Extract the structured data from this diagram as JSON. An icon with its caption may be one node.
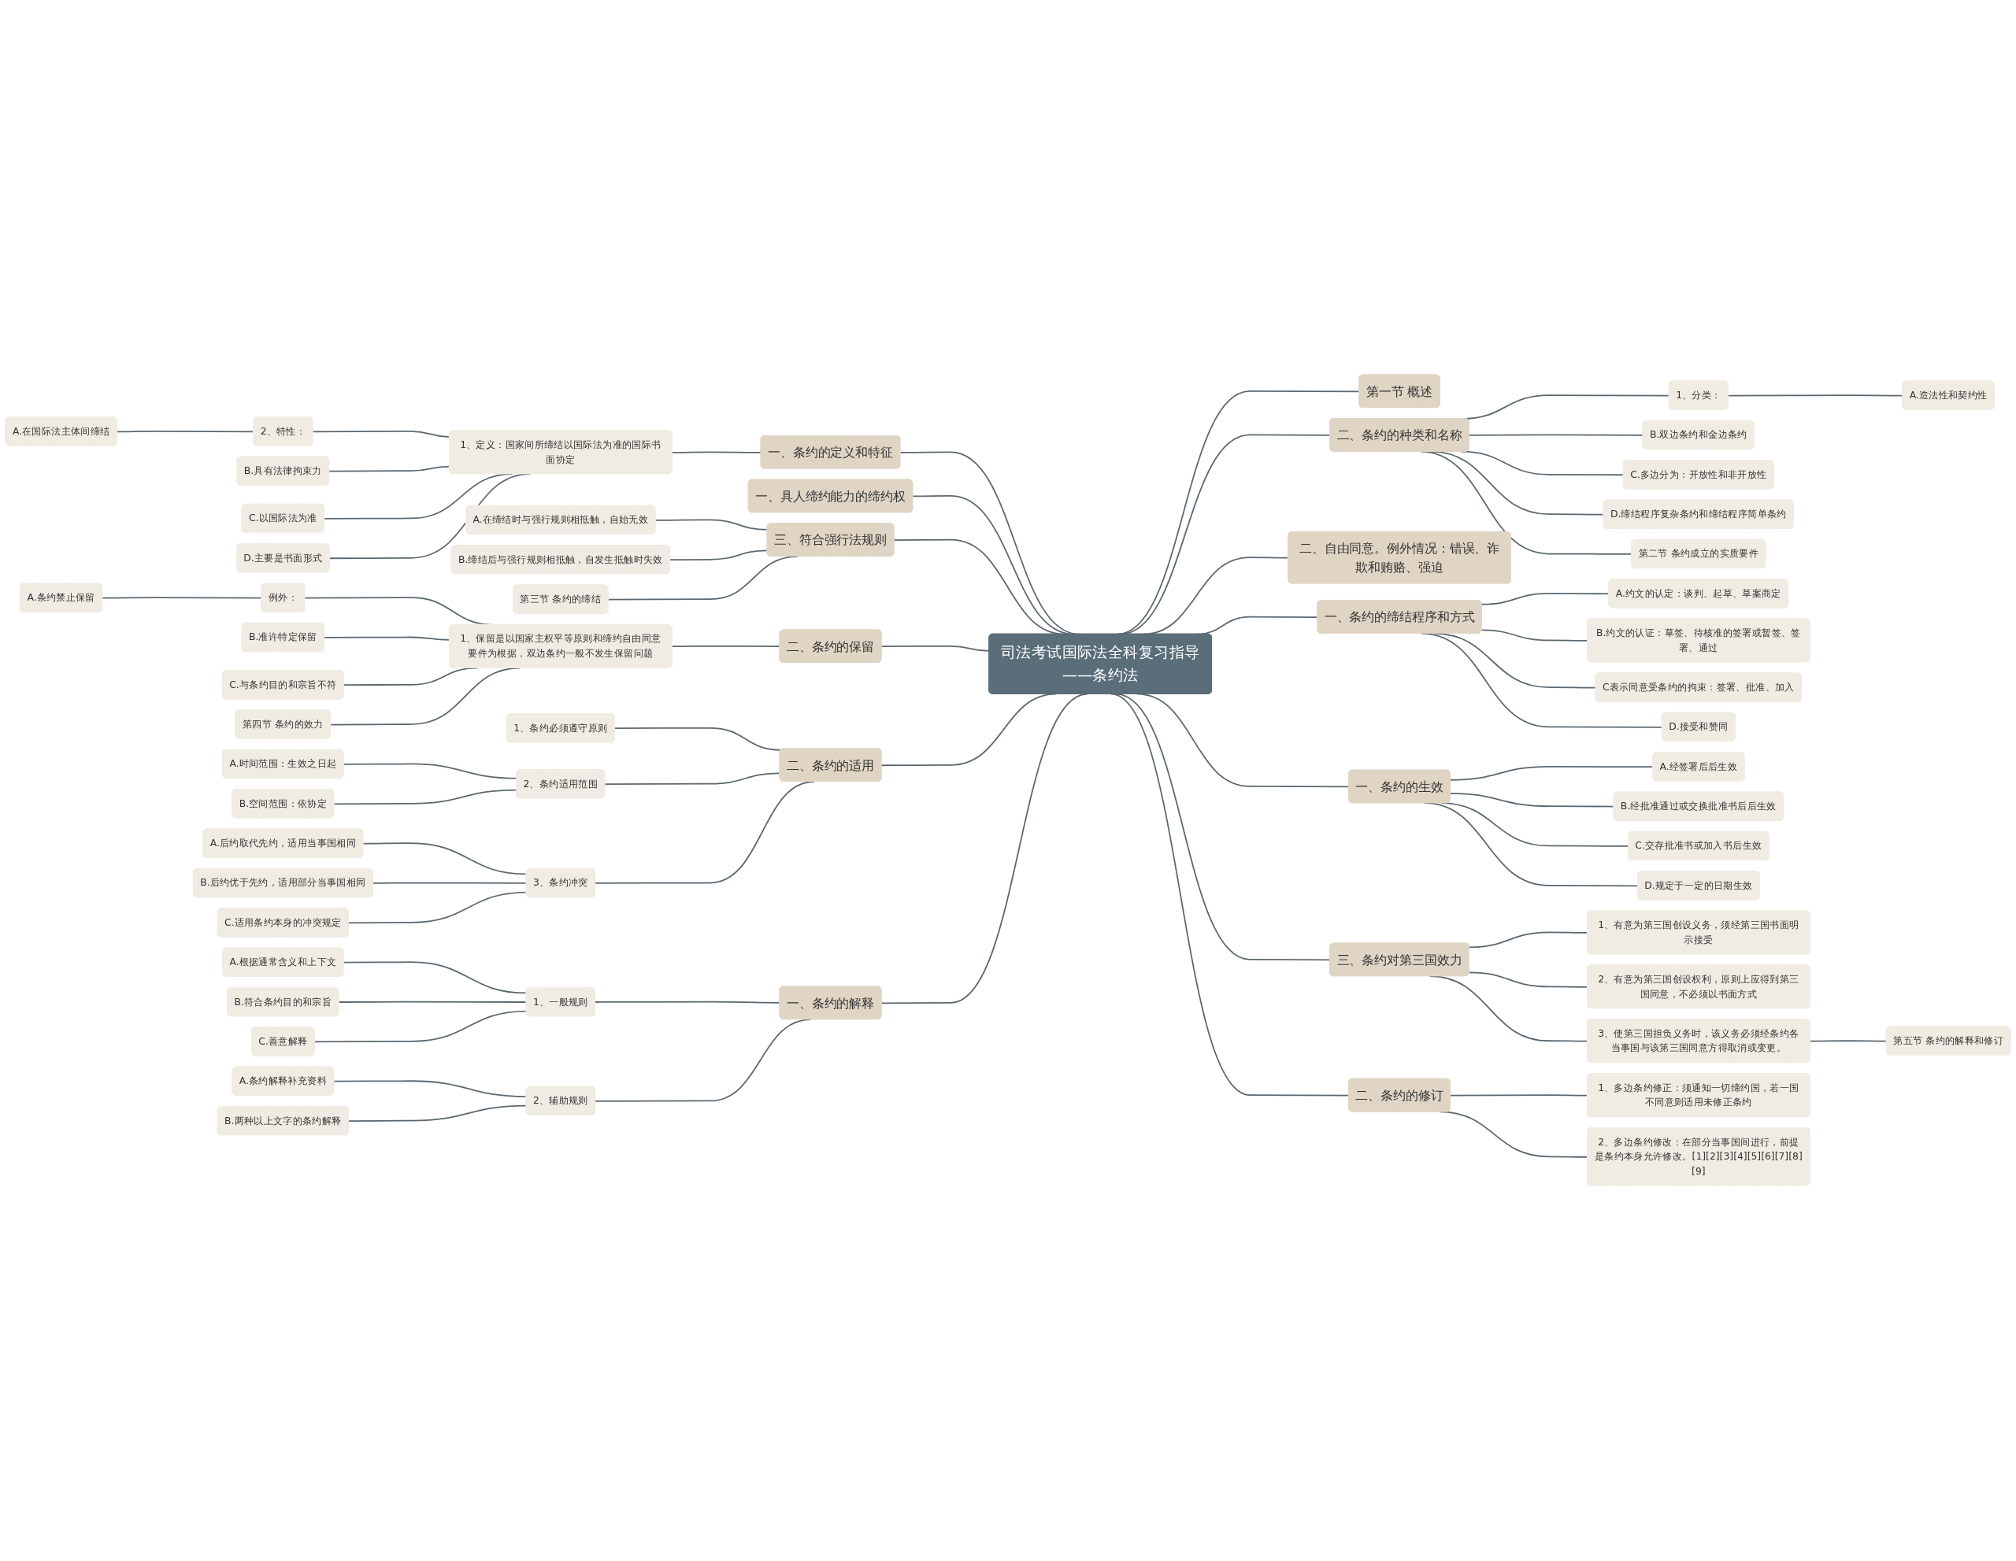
{
  "diagram": {
    "nodes": [
      {
        "text": [
          "司法考试国际法全科复习指导——条约法"
        ]
      },
      {
        "text": [
          "第一节 概述"
        ]
      },
      {
        "text": [
          "二、条约的种类和名称"
        ]
      },
      {
        "text": [
          "1、分类："
        ]
      },
      {
        "text": [
          "A.造法性和契约性"
        ]
      },
      {
        "text": [
          "B.双边条约和金边条约"
        ]
      },
      {
        "text": [
          "C.多边分为：开放性和非开放性"
        ]
      },
      {
        "text": [
          "D.缔结程序复杂条约和缔结程序简单条约"
        ]
      },
      {
        "text": [
          "第二节 条约成立的实质要件"
        ]
      },
      {
        "text": [
          "二、自由同意。例外情况：错误、诈欺和贿赂、强迫"
        ]
      },
      {
        "text": [
          "一、条约的缔结程序和方式"
        ]
      },
      {
        "text": [
          "A.约文的认定：谈判、起草、草案商定"
        ]
      },
      {
        "text": [
          "B.约文的认证：草签、待核准的签署或暂签、签署、通过"
        ]
      },
      {
        "text": [
          "C表示同意受条约的拘束：签署、批准、加入"
        ]
      },
      {
        "text": [
          "D.接受和赞同"
        ]
      },
      {
        "text": [
          "一、条约的生效"
        ]
      },
      {
        "text": [
          "A.经签署后后生效"
        ]
      },
      {
        "text": [
          "B.经批准通过或交换批准书后后生效"
        ]
      },
      {
        "text": [
          "C.交存批准书或加入书后生效"
        ]
      },
      {
        "text": [
          "D.规定于一定的日期生效"
        ]
      },
      {
        "text": [
          "三、条约对第三国效力"
        ]
      },
      {
        "text": [
          "1、有意为第三国创设义务，须经第三国书面明示接受"
        ]
      },
      {
        "text": [
          "2、有意为第三国创设权利，原则上应得到第三国同意，不必须以书面方式"
        ]
      },
      {
        "text": [
          "3、使第三国担负义务时，该义务必须经条约各当事国与该第三国同意方得取消或变更。"
        ]
      },
      {
        "text": [
          "第五节 条约的解释和修订"
        ]
      },
      {
        "text": [
          "二、条约的修订"
        ]
      },
      {
        "text": [
          "1、多边条约修正：须通知一切缔约国，若一国不同意则适用未修正条约"
        ]
      },
      {
        "text": [
          "2、多边条约修改：在部分当事国间进行，前提是条约本身允许修改。[1][2][3][4][5][6][7][8][9]"
        ]
      },
      {
        "text": [
          "一、条约的定义和特征"
        ]
      },
      {
        "text": [
          "1、定义：国家间所缔结以国际法为准的国际书面协定"
        ]
      },
      {
        "text": [
          "2、特性："
        ]
      },
      {
        "text": [
          "A.在国际法主体间缔结"
        ]
      },
      {
        "text": [
          "B.具有法律拘束力"
        ]
      },
      {
        "text": [
          "C.以国际法为准"
        ]
      },
      {
        "text": [
          "D.主要是书面形式"
        ]
      },
      {
        "text": [
          "一、具人缔约能力的缔约权"
        ]
      },
      {
        "text": [
          "三、符合强行法规则"
        ]
      },
      {
        "text": [
          "A.在缔结时与强行规则相抵触，自始无效"
        ]
      },
      {
        "text": [
          "B.缔结后与强行规则相抵触，自发生抵触时失效"
        ]
      },
      {
        "text": [
          "第三节 条约的缔结"
        ]
      },
      {
        "text": [
          "二、条约的保留"
        ]
      },
      {
        "text": [
          "1、保留是以国家主权平等原则和缔约自由同意要件为根据，双边条约一般不发生保留问题"
        ]
      },
      {
        "text": [
          "例外："
        ]
      },
      {
        "text": [
          "A.条约禁止保留"
        ]
      },
      {
        "text": [
          "B.准许特定保留"
        ]
      },
      {
        "text": [
          "C.与条约目的和宗旨不符"
        ]
      },
      {
        "text": [
          "第四节 条约的效力"
        ]
      },
      {
        "text": [
          "二、条约的适用"
        ]
      },
      {
        "text": [
          "1、条约必须遵守原则"
        ]
      },
      {
        "text": [
          "2、条约适用范围"
        ]
      },
      {
        "text": [
          "A.时间范围：生效之日起"
        ]
      },
      {
        "text": [
          "B.空间范围：依协定"
        ]
      },
      {
        "text": [
          "3、条约冲突"
        ]
      },
      {
        "text": [
          "A.后约取代先约，适用当事国相同"
        ]
      },
      {
        "text": [
          "B.后约优于先约，适用部分当事国相同"
        ]
      },
      {
        "text": [
          "C.适用条约本身的冲突规定"
        ]
      },
      {
        "text": [
          "一、条约的解释"
        ]
      },
      {
        "text": [
          "1、一般规则"
        ]
      },
      {
        "text": [
          "A.根据通常含义和上下文"
        ]
      },
      {
        "text": [
          "B.符合条约目的和宗旨"
        ]
      },
      {
        "text": [
          "C.善意解释"
        ]
      },
      {
        "text": [
          "2、辅助规则"
        ]
      },
      {
        "text": [
          "A.条约解释补充资料"
        ]
      },
      {
        "text": [
          "B.两种以上文字的条约解释"
        ]
      }
    ],
    "edges": [
      {
        "from": 0,
        "to": 1,
        "arrow": "none"
      },
      {
        "from": 0,
        "to": 2,
        "arrow": "none"
      },
      {
        "from": 2,
        "to": 3,
        "arrow": "none"
      },
      {
        "from": 3,
        "to": 4,
        "arrow": "none"
      },
      {
        "from": 2,
        "to": 5,
        "arrow": "none"
      },
      {
        "from": 2,
        "to": 6,
        "arrow": "none"
      },
      {
        "from": 2,
        "to": 7,
        "arrow": "none"
      },
      {
        "from": 2,
        "to": 8,
        "arrow": "none"
      },
      {
        "from": 0,
        "to": 9,
        "arrow": "none"
      },
      {
        "from": 0,
        "to": 10,
        "arrow": "none"
      },
      {
        "from": 10,
        "to": 11,
        "arrow": "none"
      },
      {
        "from": 10,
        "to": 12,
        "arrow": "none"
      },
      {
        "from": 10,
        "to": 13,
        "arrow": "none"
      },
      {
        "from": 10,
        "to": 14,
        "arrow": "none"
      },
      {
        "from": 0,
        "to": 15,
        "arrow": "none"
      },
      {
        "from": 15,
        "to": 16,
        "arrow": "none"
      },
      {
        "from": 15,
        "to": 17,
        "arrow": "none"
      },
      {
        "from": 15,
        "to": 18,
        "arrow": "none"
      },
      {
        "from": 15,
        "to": 19,
        "arrow": "none"
      },
      {
        "from": 0,
        "to": 20,
        "arrow": "none"
      },
      {
        "from": 20,
        "to": 21,
        "arrow": "none"
      },
      {
        "from": 20,
        "to": 22,
        "arrow": "none"
      },
      {
        "from": 20,
        "to": 23,
        "arrow": "none"
      },
      {
        "from": 23,
        "to": 24,
        "arrow": "none"
      },
      {
        "from": 0,
        "to": 25,
        "arrow": "none"
      },
      {
        "from": 25,
        "to": 26,
        "arrow": "none"
      },
      {
        "from": 25,
        "to": 27,
        "arrow": "none"
      },
      {
        "from": 0,
        "to": 28,
        "arrow": "none"
      },
      {
        "from": 28,
        "to": 29,
        "arrow": "none"
      },
      {
        "from": 29,
        "to": 30,
        "arrow": "none"
      },
      {
        "from": 30,
        "to": 31,
        "arrow": "none"
      },
      {
        "from": 29,
        "to": 32,
        "arrow": "none"
      },
      {
        "from": 29,
        "to": 33,
        "arrow": "none"
      },
      {
        "from": 29,
        "to": 34,
        "arrow": "none"
      },
      {
        "from": 0,
        "to": 35,
        "arrow": "none"
      },
      {
        "from": 0,
        "to": 36,
        "arrow": "none"
      },
      {
        "from": 36,
        "to": 37,
        "arrow": "none"
      },
      {
        "from": 36,
        "to": 38,
        "arrow": "none"
      },
      {
        "from": 36,
        "to": 39,
        "arrow": "none"
      },
      {
        "from": 0,
        "to": 40,
        "arrow": "none"
      },
      {
        "from": 40,
        "to": 41,
        "arrow": "none"
      },
      {
        "from": 41,
        "to": 42,
        "arrow": "none"
      },
      {
        "from": 42,
        "to": 43,
        "arrow": "none"
      },
      {
        "from": 41,
        "to": 44,
        "arrow": "none"
      },
      {
        "from": 41,
        "to": 45,
        "arrow": "none"
      },
      {
        "from": 41,
        "to": 46,
        "arrow": "none"
      },
      {
        "from": 0,
        "to": 47,
        "arrow": "none"
      },
      {
        "from": 47,
        "to": 48,
        "arrow": "none"
      },
      {
        "from": 47,
        "to": 49,
        "arrow": "none"
      },
      {
        "from": 49,
        "to": 50,
        "arrow": "none"
      },
      {
        "from": 49,
        "to": 51,
        "arrow": "none"
      },
      {
        "from": 47,
        "to": 52,
        "arrow": "none"
      },
      {
        "from": 52,
        "to": 53,
        "arrow": "none"
      },
      {
        "from": 52,
        "to": 54,
        "arrow": "none"
      },
      {
        "from": 52,
        "to": 55,
        "arrow": "none"
      },
      {
        "from": 0,
        "to": 56,
        "arrow": "none"
      },
      {
        "from": 56,
        "to": 57,
        "arrow": "none"
      },
      {
        "from": 57,
        "to": 58,
        "arrow": "none"
      },
      {
        "from": 57,
        "to": 59,
        "arrow": "none"
      },
      {
        "from": 57,
        "to": 60,
        "arrow": "none"
      },
      {
        "from": 56,
        "to": 61,
        "arrow": "none"
      },
      {
        "from": 61,
        "to": 62,
        "arrow": "none"
      },
      {
        "from": 61,
        "to": 63,
        "arrow": "none"
      }
    ]
  }
}
